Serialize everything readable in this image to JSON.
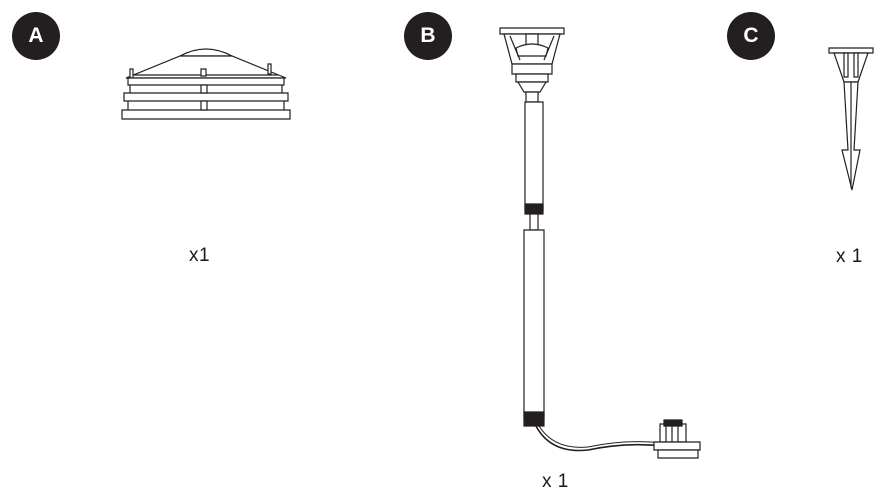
{
  "parts": [
    {
      "id": "A",
      "badge": "A",
      "quantity": "x1",
      "icon": "lamp-shade-icon"
    },
    {
      "id": "B",
      "badge": "B",
      "quantity": "x 1",
      "icon": "light-post-icon"
    },
    {
      "id": "C",
      "badge": "C",
      "quantity": "x 1",
      "icon": "ground-stake-icon"
    }
  ],
  "colors": {
    "badge": "#231f20",
    "line": "#231f20",
    "background": "#ffffff"
  }
}
